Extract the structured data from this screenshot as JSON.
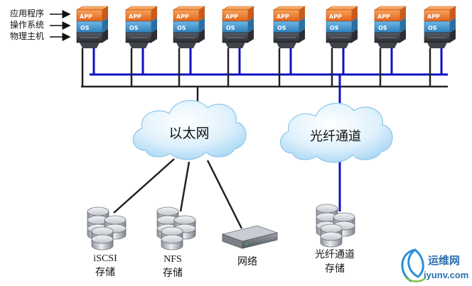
{
  "legend": {
    "app_label": "应用程序",
    "os_label": "操作系统",
    "hw_label": "物理主机"
  },
  "stack_labels": {
    "app": "APP",
    "os": "OS"
  },
  "host_count": 8,
  "networks": {
    "ethernet": "以太网",
    "fibre_channel": "光纤通道"
  },
  "storage": {
    "iscsi_line1": "iSCSI",
    "iscsi_line2": "存储",
    "nfs_line1": "NFS",
    "nfs_line2": "存储",
    "network_device": "网络",
    "fc_line1": "光纤通道",
    "fc_line2": "存储"
  },
  "watermark": {
    "site_cn": "运维网",
    "site_url": "iyunv.com"
  },
  "colors": {
    "app_orange": "#f0782a",
    "os_blue": "#3a8fc8",
    "hw_gray": "#3a3d44",
    "ethernet_line": "#222222",
    "fc_line": "#1010c0",
    "cloud_blue": "#bfe3f8",
    "disk_gray": "#b8bcc4"
  }
}
